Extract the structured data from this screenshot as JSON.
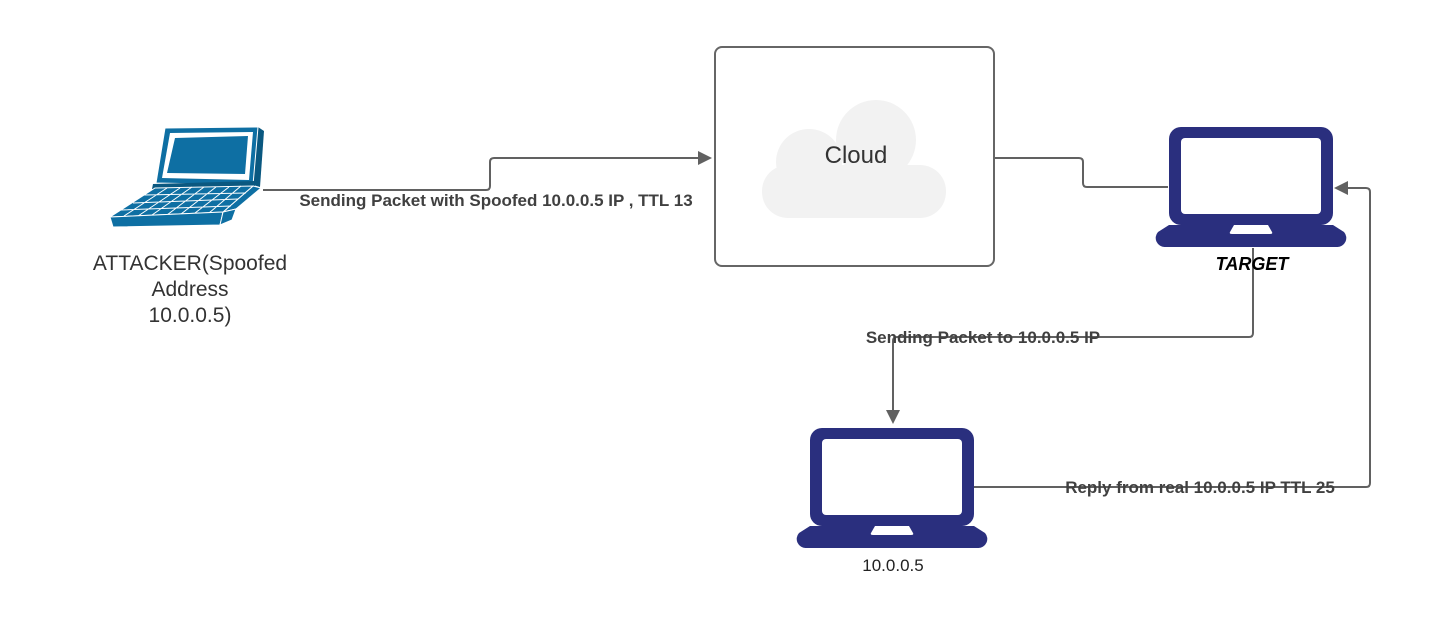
{
  "diagram": {
    "nodes": {
      "attacker": {
        "label": "ATTACKER(Spoofed\nAddress\n10.0.0.5)"
      },
      "cloud": {
        "label": "Cloud"
      },
      "target": {
        "label": "TARGET"
      },
      "real_host": {
        "label": "10.0.0.5"
      }
    },
    "edges": {
      "spoofed_packet": {
        "label": "Sending Packet with Spoofed 10.0.0.5 IP , TTL 13"
      },
      "cloud_to_target": {
        "label": ""
      },
      "forward_to_real": {
        "label": "Sending Packet to 10.0.0.5 IP"
      },
      "reply": {
        "label": "Reply from real 10.0.0.5 IP TTL 25"
      }
    },
    "colors": {
      "connector": "#616161",
      "attacker_laptop": "#0e6fa3",
      "attacker_laptop_dark": "#0a5880",
      "laptop_navy": "#2a2f7e",
      "cloud_fill": "#f2f2f2",
      "cloud_box_border": "#666666",
      "edge_label_text": "#404040",
      "node_label_text": "#333333"
    }
  }
}
